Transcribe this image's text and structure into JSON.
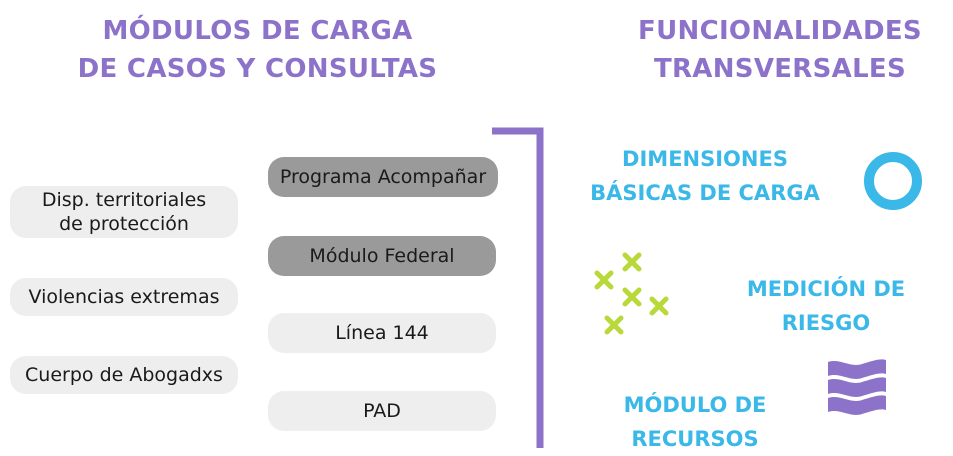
{
  "colors": {
    "heading": "#8c72c9",
    "bracket": "#8c72c9",
    "feature_text": "#3ab8e8",
    "ring": "#3ab8e8",
    "cross": "#b9d83a",
    "waves": "#8c72c9",
    "pill_light": "#eeeeee",
    "pill_dark": "#9a9a9a"
  },
  "left_heading": {
    "line1": "MÓDULOS DE CARGA",
    "line2": "DE CASOS Y CONSULTAS"
  },
  "right_heading": {
    "line1": "FUNCIONALIDADES",
    "line2": "TRANSVERSALES"
  },
  "outer_modules": [
    {
      "line1": "Disp. territoriales",
      "line2": "de protección"
    },
    {
      "line1": "Violencias extremas"
    },
    {
      "line1": "Cuerpo de Abogadxs"
    }
  ],
  "inner_modules": [
    {
      "label": "Programa Acompañar",
      "style": "dark"
    },
    {
      "label": "Módulo Federal",
      "style": "dark"
    },
    {
      "label": "Línea 144",
      "style": "light"
    },
    {
      "label": "PAD",
      "style": "light"
    }
  ],
  "features": [
    {
      "line1": "DIMENSIONES",
      "line2": "BÁSICAS DE CARGA",
      "icon": "ring-icon"
    },
    {
      "line1": "MEDICIÓN DE RIESGO",
      "icon": "crosses-icon"
    },
    {
      "line1": "MÓDULO DE",
      "line2": "RECURSOS",
      "icon": "waves-icon"
    }
  ]
}
